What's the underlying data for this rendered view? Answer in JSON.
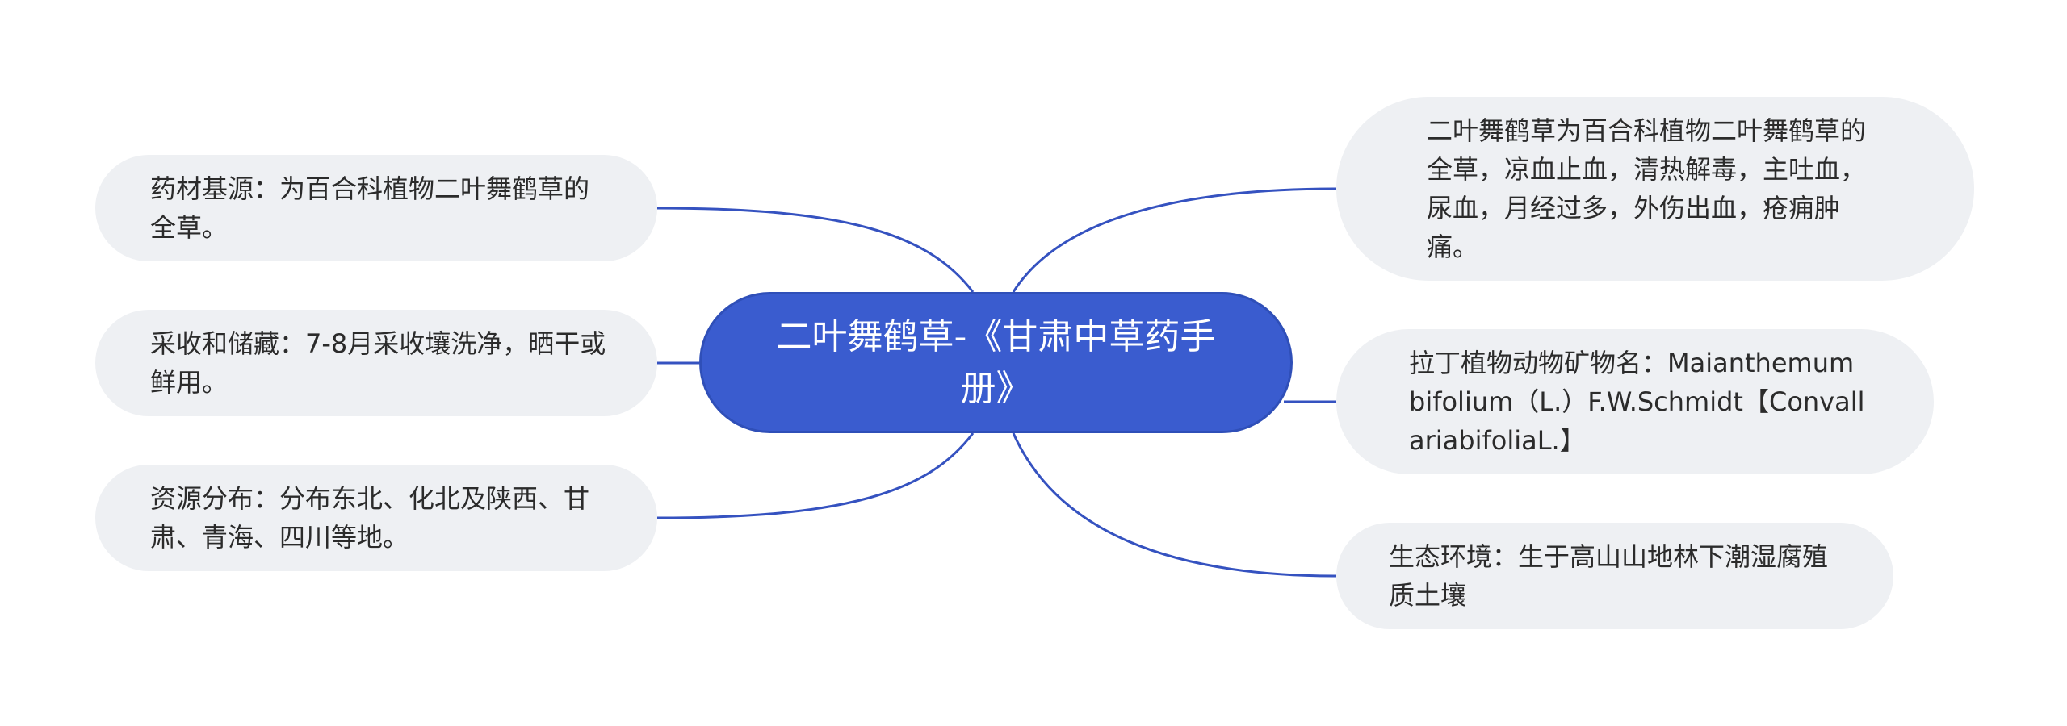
{
  "mindmap": {
    "root": {
      "text": "二叶舞鹤草-《甘肃中草药手册》"
    },
    "left_nodes": [
      {
        "text": "药材基源：为百合科植物二叶舞鹤草的全草。"
      },
      {
        "text": "采收和储藏：7-8月采收壤洗净，晒干或鲜用。"
      },
      {
        "text": "资源分布：分布东北、化北及陕西、甘肃、青海、四川等地。"
      }
    ],
    "right_nodes": [
      {
        "text": "二叶舞鹤草为百合科植物二叶舞鹤草的全草，凉血止血，清热解毒，主吐血，尿血，月经过多，外伤出血，疮痈肿痛。"
      },
      {
        "text": "拉丁植物动物矿物名：Maianthemumbifolium（L.）F.W.Schmidt【ConvallariabifoliaL.】"
      },
      {
        "text": "生态环境：生于高山山地林下潮湿腐殖质土壤"
      }
    ],
    "colors": {
      "root_fill": "#3a5ccf",
      "root_text": "#ffffff",
      "node_fill": "#eef0f3",
      "node_text": "#2b2b2b",
      "connector": "#3552c0"
    }
  }
}
